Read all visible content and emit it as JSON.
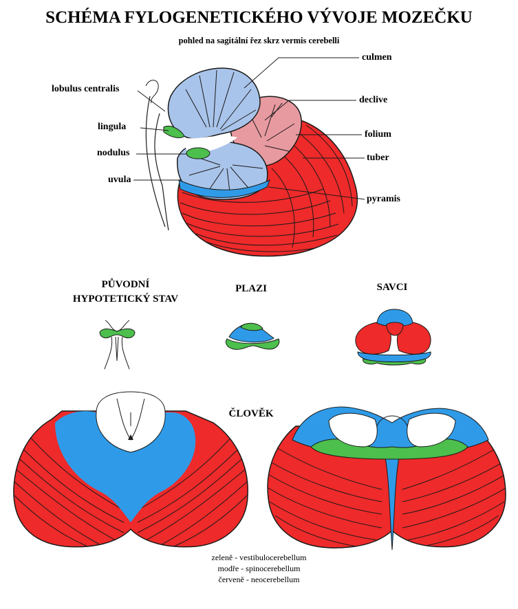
{
  "title": "SCHÉMA FYLOGENETICKÉHO VÝVOJE MOZEČKU",
  "subtitle": "pohled na sagitální řez skrz vermis cerebelli",
  "labels_left": {
    "lobulus_centralis": "lobulus centralis",
    "lingula": "lingula",
    "nodulus": "nodulus",
    "uvula": "uvula"
  },
  "labels_right": {
    "culmen": "culmen",
    "declive": "declive",
    "folium": "folium",
    "tuber": "tuber",
    "pyramis": "pyramis"
  },
  "stages": {
    "original_line1": "PŮVODNÍ",
    "original_line2": "HYPOTETICKÝ STAV",
    "reptiles": "PLAZI",
    "mammals": "SAVCI",
    "human": "ČLOVĚK"
  },
  "legend": {
    "green": "zeleně - vestibulocerebellum",
    "blue": "modře - spinocerebellum",
    "red": "červeně - neocerebellum"
  },
  "colors": {
    "green": "#4cbf4c",
    "blue": "#2f9be8",
    "light_blue": "#a9c4ea",
    "pink": "#e79aa0",
    "red": "#ee2a2a",
    "outline": "#1a1a1a"
  }
}
